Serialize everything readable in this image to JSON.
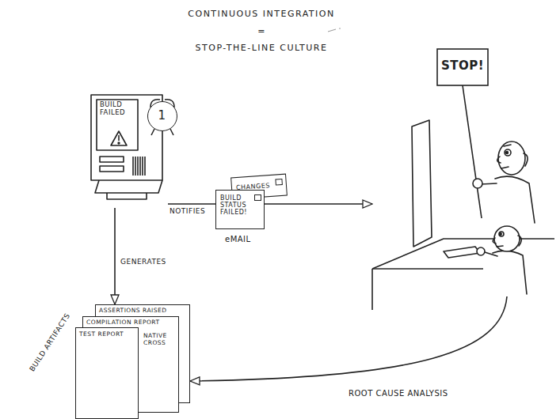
{
  "diagram": {
    "title": "CONTINUOUS INTEGRATION",
    "nodes": [
      {
        "text": [
          "BUILD FAILED"
        ]
      },
      {
        "text": [
          "1"
        ]
      },
      {
        "text": [
          "CHANGES"
        ]
      },
      {
        "text": [
          "BUILD STATUS FAILED!"
        ]
      },
      {
        "text": [
          "STOP!"
        ]
      },
      {
        "text": [
          "ASSERTIONS RAISED"
        ]
      },
      {
        "text": [
          "COMPILATION REPORT",
          "NATIVE CROSS"
        ]
      },
      {
        "text": [
          "TEST REPORT"
        ]
      }
    ],
    "edges": [
      {
        "from": 0,
        "to": 4,
        "arrow": "to",
        "label": "NOTIFIES"
      },
      {
        "from": 0,
        "to": 5,
        "arrow": "to",
        "label": "GENERATES"
      },
      {
        "from": 4,
        "to": 5,
        "arrow": "to",
        "label": "ROOT CAUSE ANALYSIS"
      }
    ],
    "labels": [
      "=",
      "STOP-THE-LINE CULTURE",
      "eMAIL",
      "BUILD ARTIFACTS"
    ]
  }
}
